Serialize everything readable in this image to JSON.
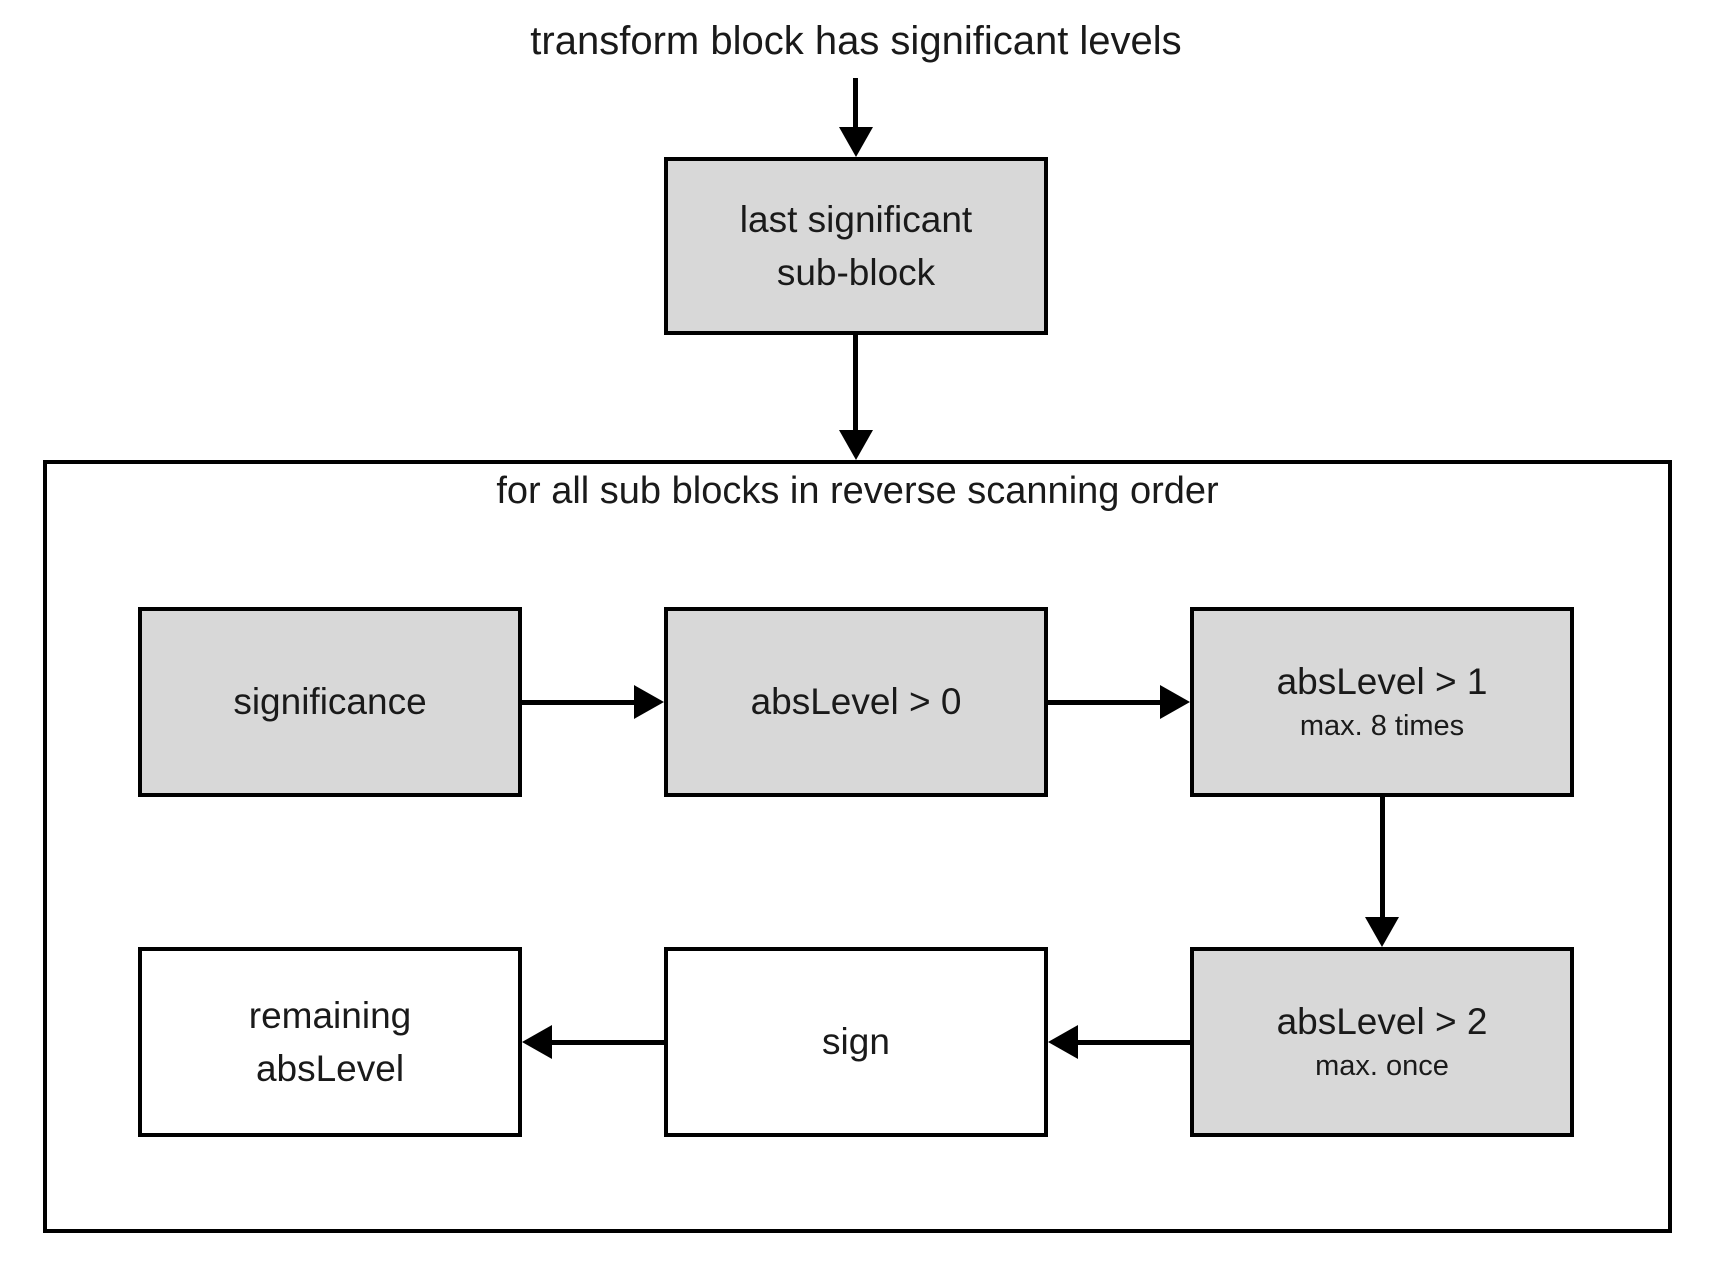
{
  "diagram": {
    "title": "transform block has significant levels",
    "loop_label": "for all sub blocks in reverse scanning order",
    "boxes": {
      "last_significant": {
        "line1": "last significant",
        "line2": "sub-block"
      },
      "significance": {
        "label": "significance"
      },
      "abs_level_gt0": {
        "label": "absLevel > 0"
      },
      "abs_level_gt1": {
        "label": "absLevel > 1",
        "sublabel": "max. 8 times"
      },
      "abs_level_gt2": {
        "label": "absLevel > 2",
        "sublabel": "max. once"
      },
      "sign": {
        "label": "sign"
      },
      "remaining_abs_level": {
        "line1": "remaining",
        "line2": "absLevel"
      }
    },
    "colors": {
      "box_fill_shaded": "#d8d8d8",
      "box_fill_plain": "#ffffff",
      "border": "#000000",
      "arrow": "#000000",
      "text": "#1a1a1a",
      "background": "#ffffff"
    }
  }
}
